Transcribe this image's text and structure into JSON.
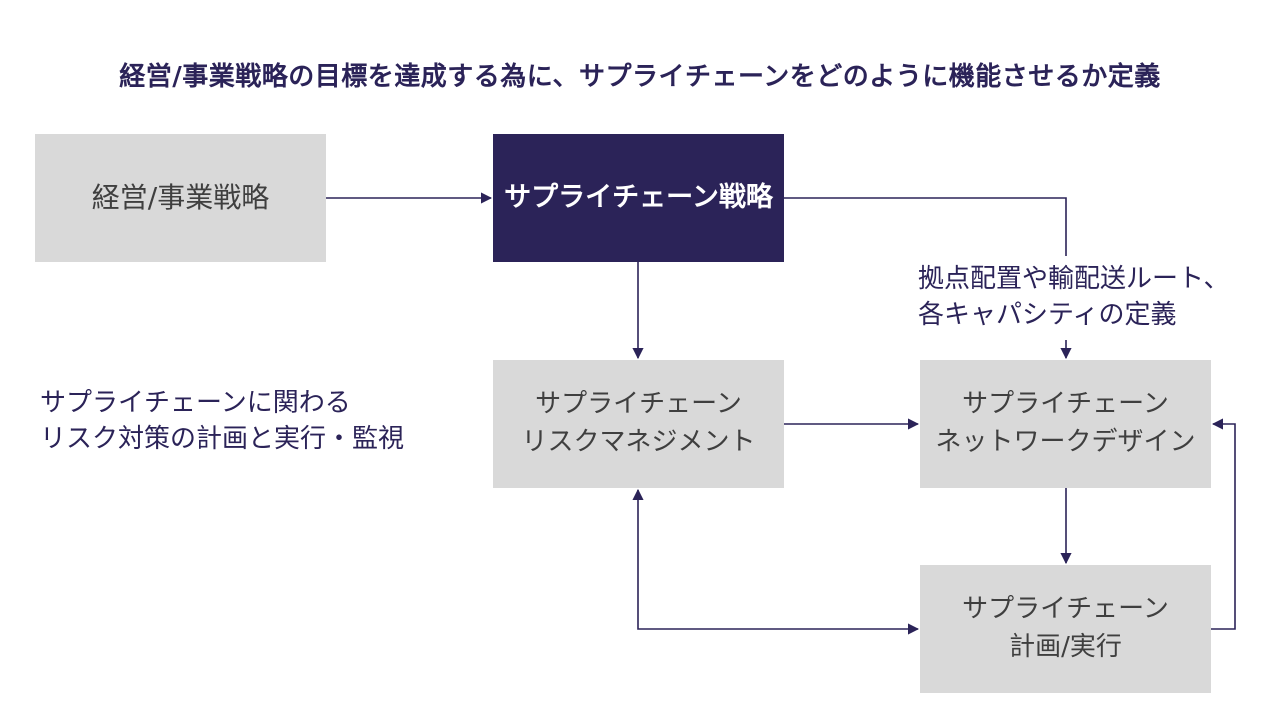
{
  "title": "経営/事業戦略の目標を達成する為に、サプライチェーンをどのように機能させるか定義",
  "nodes": {
    "business_strategy": {
      "lines": [
        "経営/事業戦略"
      ]
    },
    "sc_strategy": {
      "lines": [
        "サプライチェーン戦略"
      ]
    },
    "sc_risk": {
      "lines": [
        "サプライチェーン",
        "リスクマネジメント"
      ]
    },
    "sc_network": {
      "lines": [
        "サプライチェーン",
        "ネットワークデザイン"
      ]
    },
    "sc_plan": {
      "lines": [
        "サプライチェーン",
        "計画/実行"
      ]
    }
  },
  "notes": {
    "network_definition": [
      "拠点配置や輸配送ルート、",
      "各キャパシティの定義"
    ],
    "risk_description": [
      "サプライチェーンに関わる",
      "リスク対策の計画と実行・監視"
    ]
  },
  "colors": {
    "navy": "#2b2358",
    "box_gray": "#d9d9d9",
    "box_text": "#3f3f3f",
    "connector": "#2b2358"
  }
}
